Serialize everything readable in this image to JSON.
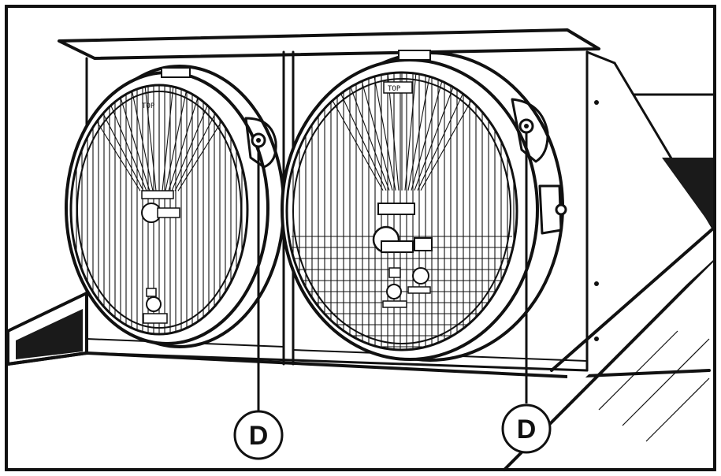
{
  "callouts": [
    {
      "label": "D"
    },
    {
      "label": "D"
    }
  ],
  "lamp_labels": {
    "left_top": "TOP",
    "right_top": "TOP"
  }
}
